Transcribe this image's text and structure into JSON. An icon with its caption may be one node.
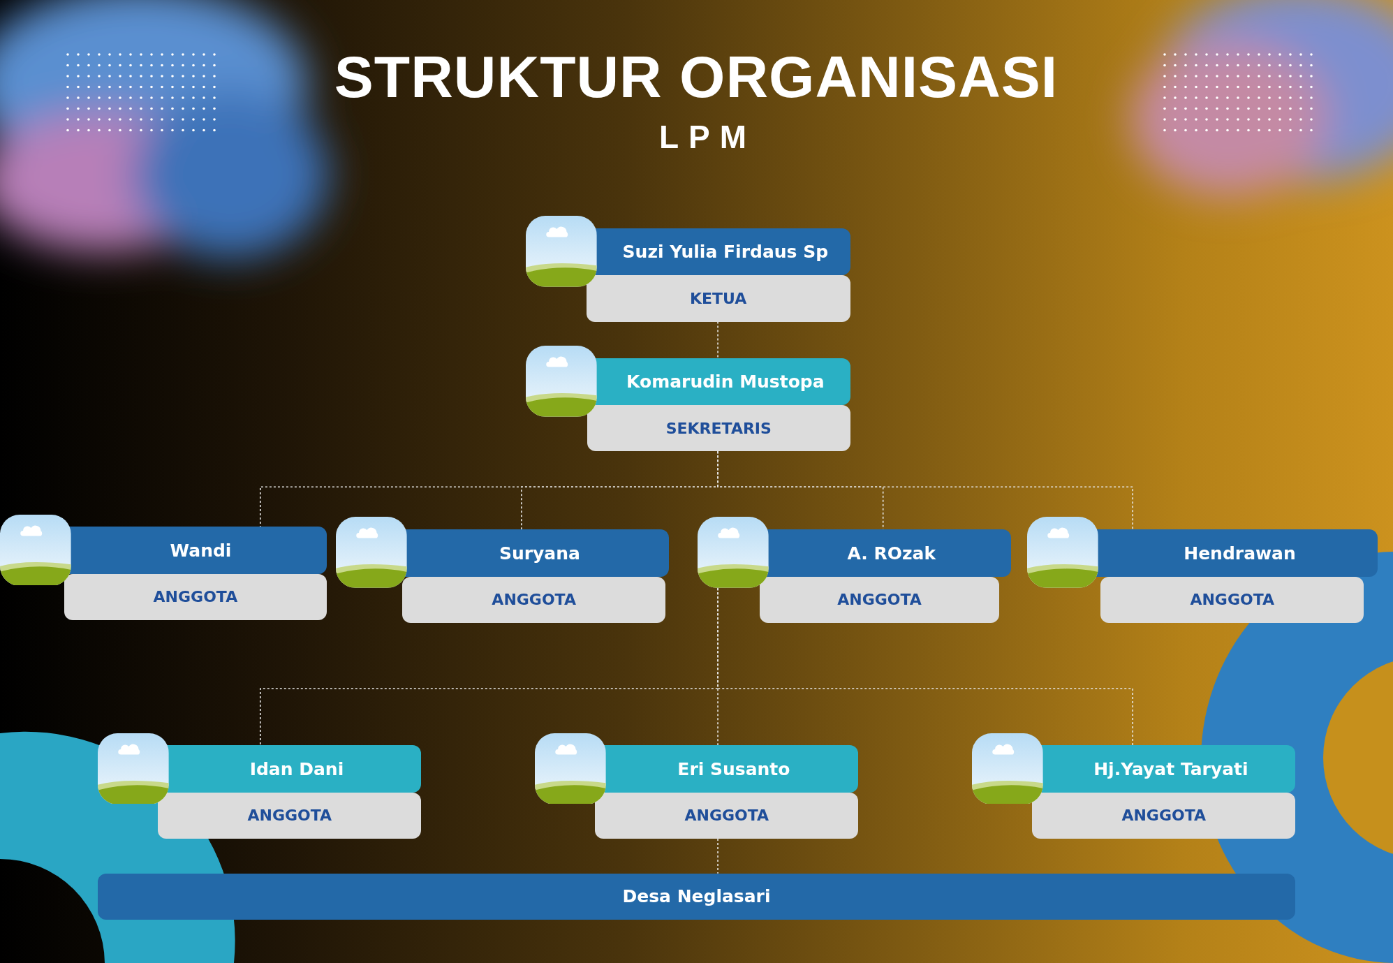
{
  "diagram": {
    "title": "STRUKTUR ORGANISASI",
    "caption": "LPM",
    "nodes": [
      {
        "text": [
          "Suzi Yulia Firdaus Sp",
          "KETUA"
        ]
      },
      {
        "text": [
          "Komarudin Mustopa",
          "SEKRETARIS"
        ]
      },
      {
        "text": [
          "Wandi",
          "ANGGOTA"
        ]
      },
      {
        "text": [
          "Suryana",
          "ANGGOTA"
        ]
      },
      {
        "text": [
          "A. ROzak",
          "ANGGOTA"
        ]
      },
      {
        "text": [
          "Hendrawan",
          "ANGGOTA"
        ]
      },
      {
        "text": [
          "Idan Dani",
          "ANGGOTA"
        ]
      },
      {
        "text": [
          "Eri Susanto",
          "ANGGOTA"
        ]
      },
      {
        "text": [
          "Hj.Yayat Taryati",
          "ANGGOTA"
        ]
      },
      {
        "text": [
          "Desa Neglasari"
        ]
      }
    ],
    "edges": [
      {
        "from": 0,
        "to": 1,
        "arrow": "none",
        "style": "dashed"
      },
      {
        "from": 1,
        "to": 2,
        "arrow": "none",
        "style": "dashed"
      },
      {
        "from": 1,
        "to": 3,
        "arrow": "none",
        "style": "dashed"
      },
      {
        "from": 1,
        "to": 4,
        "arrow": "none",
        "style": "dashed"
      },
      {
        "from": 1,
        "to": 5,
        "arrow": "none",
        "style": "dashed"
      },
      {
        "from": 4,
        "to": 6,
        "arrow": "none",
        "style": "dashed"
      },
      {
        "from": 4,
        "to": 7,
        "arrow": "none",
        "style": "dashed"
      },
      {
        "from": 4,
        "to": 8,
        "arrow": "none",
        "style": "dashed"
      },
      {
        "from": 7,
        "to": 9,
        "arrow": "none",
        "style": "dashed"
      }
    ]
  }
}
